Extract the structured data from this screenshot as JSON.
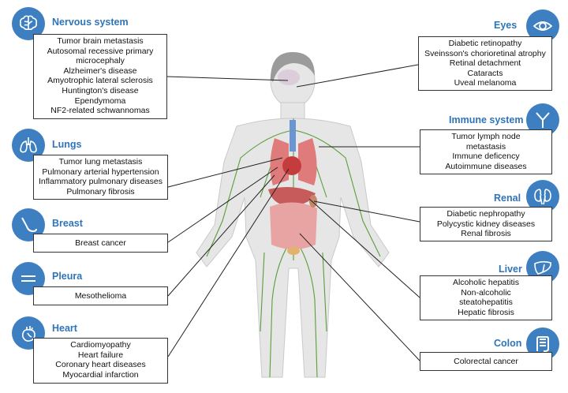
{
  "left": [
    {
      "key": "nervous",
      "title": "Nervous system",
      "icon": "brain-icon",
      "items": [
        "Tumor brain metastasis",
        "Autosomal recessive primary",
        "microcephaly",
        "Alzheimer's disease",
        "Amyotrophic lateral sclerosis",
        "Huntington's disease",
        "Ependymoma",
        "NF2-related schwannomas"
      ]
    },
    {
      "key": "lungs",
      "title": "Lungs",
      "icon": "lungs-icon",
      "items": [
        "Tumor lung metastasis",
        "Pulmonary arterial hypertension",
        "Inflammatory pulmonary diseases",
        "Pulmonary fibrosis"
      ]
    },
    {
      "key": "breast",
      "title": "Breast",
      "icon": "breast-icon",
      "items": [
        "Breast cancer"
      ]
    },
    {
      "key": "pleura",
      "title": "Pleura",
      "icon": "pleura-icon",
      "items": [
        "Mesothelioma"
      ]
    },
    {
      "key": "heart",
      "title": "Heart",
      "icon": "heart-icon",
      "items": [
        "Cardiomyopathy",
        "Heart failure",
        "Coronary heart diseases",
        "Myocardial infarction"
      ]
    }
  ],
  "right": [
    {
      "key": "eyes",
      "title": "Eyes",
      "icon": "eye-icon",
      "items": [
        "Diabetic retinopathy",
        "Sveinsson's chorioretinal atrophy",
        "Retinal detachment",
        "Cataracts",
        "Uveal melanoma"
      ]
    },
    {
      "key": "immune",
      "title": "Immune system",
      "icon": "antibody-icon",
      "items": [
        "Tumor lymph node",
        "metastasis",
        "Immune deficency",
        "Autoimmune diseases"
      ]
    },
    {
      "key": "renal",
      "title": "Renal",
      "icon": "kidney-icon",
      "items": [
        "Diabetic nephropathy",
        "Polycystic kidney diseases",
        "Renal fibrosis"
      ]
    },
    {
      "key": "liver",
      "title": "Liver",
      "icon": "liver-icon",
      "items": [
        "Alcoholic hepatitis",
        "Non-alcoholic",
        "steatohepatitis",
        "Hepatic fibrosis"
      ]
    },
    {
      "key": "colon",
      "title": "Colon",
      "icon": "colon-icon",
      "items": [
        "Colorectal cancer"
      ]
    }
  ],
  "colors": {
    "accent": "#3d7fc1",
    "title": "#2f74b8",
    "lymph": "#5a9e3a",
    "organ": "#d9534f"
  }
}
